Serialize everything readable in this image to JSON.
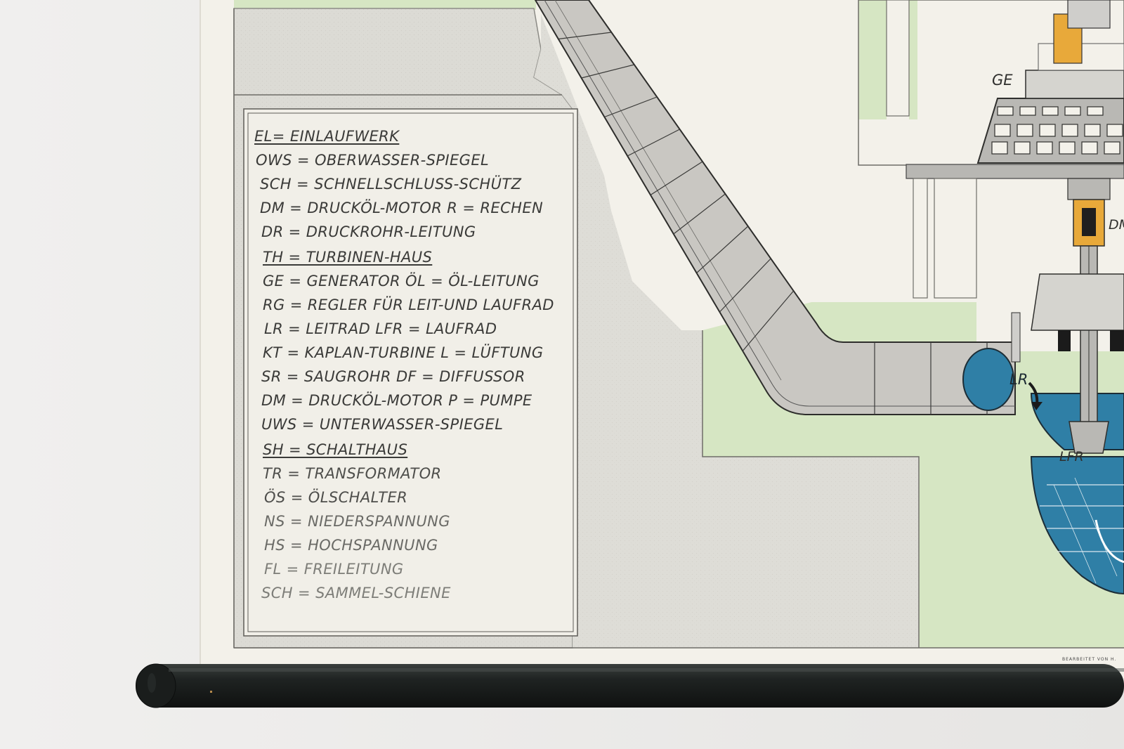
{
  "colors": {
    "wall": "#ecebea",
    "paper": "#f3f1ea",
    "rock": "#d9d8d2",
    "green": "#d6e6c3",
    "pipe": "#c8c6c2",
    "water": "#2f7fa6",
    "oil_yellow": "#e8a93a",
    "rod": "#1c1f1e"
  },
  "legend": {
    "lines": [
      {
        "text": "EL= EINLAUFWERK",
        "heading": true
      },
      {
        "text": "OWS = OBERWASSER-SPIEGEL"
      },
      {
        "text": "SCH = SCHNELLSCHLUSS-SCHÜTZ"
      },
      {
        "text": "DM = DRUCKÖL-MOTOR   R = RECHEN"
      },
      {
        "text": "DR = DRUCKROHR-LEITUNG"
      },
      {
        "text": "TH = TURBINEN-HAUS",
        "heading": true
      },
      {
        "text": "GE = GENERATOR    ÖL = ÖL-LEITUNG"
      },
      {
        "text": "RG = REGLER FÜR LEIT-UND LAUFRAD"
      },
      {
        "text": "LR = LEITRAD       LFR = LAUFRAD"
      },
      {
        "text": "KT = KAPLAN-TURBINE    L = LÜFTUNG"
      },
      {
        "text": "SR = SAUGROHR      DF = DIFFUSSOR"
      },
      {
        "text": "DM = DRUCKÖL-MOTOR     P = PUMPE"
      },
      {
        "text": "UWS = UNTERWASSER-SPIEGEL"
      },
      {
        "text": "SH = SCHALTHAUS",
        "heading": true
      },
      {
        "text": "TR = TRANSFORMATOR"
      },
      {
        "text": "ÖS = ÖLSCHALTER"
      },
      {
        "text": "NS = NIEDERSPANNUNG"
      },
      {
        "text": "HS = HOCHSPANNUNG"
      },
      {
        "text": "FL = FREILEITUNG"
      },
      {
        "text": "SCH = SAMMEL-SCHIENE"
      }
    ]
  },
  "diagram_labels": {
    "generator": "GE",
    "pressure_motor": "DM",
    "guide_wheel": "LR",
    "runner": "LFR"
  },
  "credit": "BEARBEITET VON H."
}
